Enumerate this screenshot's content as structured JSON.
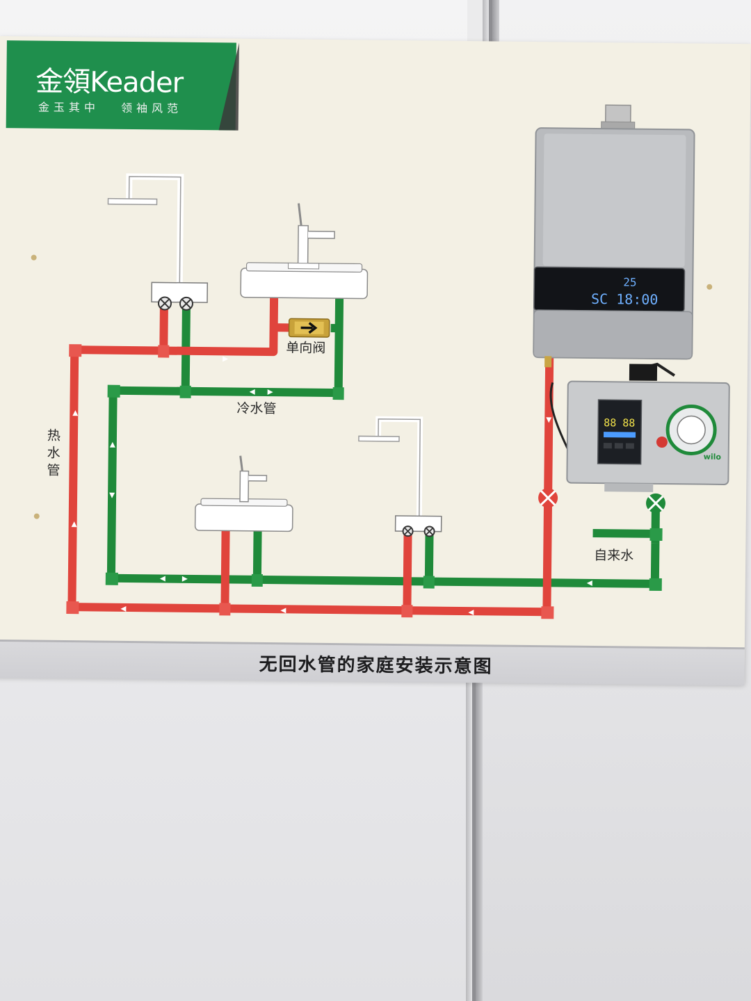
{
  "logo": {
    "brand": "金領Keader",
    "slogan": "金玉其中 领袖风范"
  },
  "labels": {
    "hot_pipe": [
      "热",
      "水",
      "管"
    ],
    "cold_pipe": "冷水管",
    "check_valve": "单向阀",
    "tap_water": "自来水"
  },
  "heater_display": {
    "top_value": "25",
    "bottom_value": "SC 18:00"
  },
  "pump": {
    "display": "88 88",
    "brand": "wilo"
  },
  "footer": {
    "title": "无回水管的家庭安装示意图"
  },
  "colors": {
    "hot_pipe": "#e0443c",
    "cold_pipe": "#1f8a3a",
    "logo_green": "#1f8f4d"
  }
}
